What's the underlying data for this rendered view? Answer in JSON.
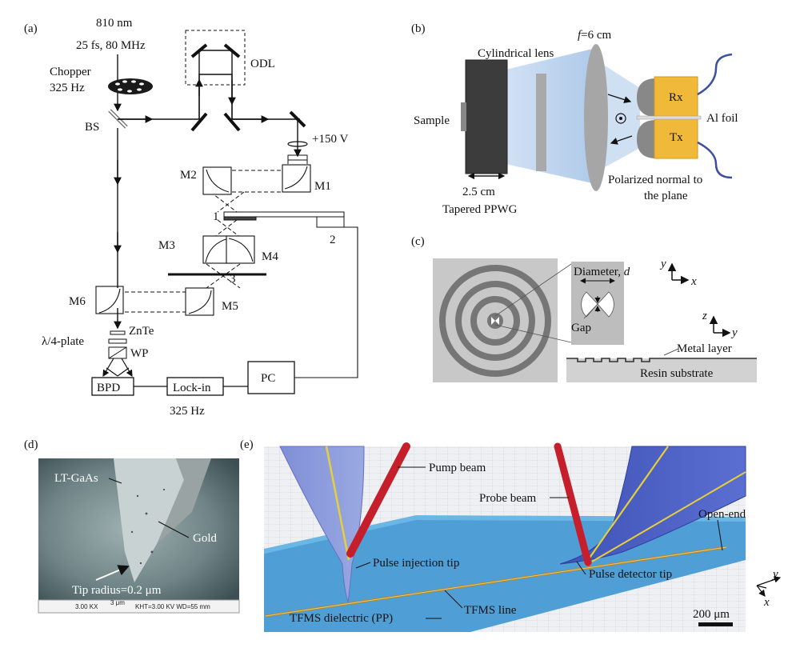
{
  "panel_a": {
    "tag": "(a)",
    "laser_wavelength": "810 nm",
    "laser_params": "25 fs, 80 MHz",
    "chopper": "Chopper",
    "chopper_freq": "325 Hz",
    "odl": "ODL",
    "bs": "BS",
    "bias": "+150 V",
    "m1": "M1",
    "m2": "M2",
    "m3": "M3",
    "m4": "M4",
    "m5": "M5",
    "m6": "M6",
    "n1": "1",
    "n2": "2",
    "n3": "3",
    "znte": "ZnTe",
    "qwp": "λ/4-plate",
    "wp": "WP",
    "bpd": "BPD",
    "lockin": "Lock-in",
    "pc": "PC",
    "lockin_freq": "325 Hz"
  },
  "panel_b": {
    "tag": "(b)",
    "f_sym": "f",
    "focal": "=6 cm",
    "cyl_lens": "Cylindrical lens",
    "sample": "Sample",
    "rx": "Rx",
    "tx": "Tx",
    "al_foil": "Al foil",
    "width": "2.5 cm",
    "ppwg": "Tapered PPWG",
    "pol_line1": "Polarized normal to",
    "pol_line2": "the plane"
  },
  "panel_c": {
    "tag": "(c)",
    "diameter_label": "Diameter, ",
    "diameter_sym": "d",
    "gap": "Gap",
    "axis_y": "y",
    "axis_x": "x",
    "axis_z": "z",
    "axis_y2": "y",
    "metal": "Metal layer",
    "resin": "Resin substrate"
  },
  "panel_d": {
    "tag": "(d)",
    "ltgaas": "LT-GaAs",
    "gold": "Gold",
    "tip_radius": "Tip radius=0.2 μm",
    "sem_mag": "3.00 KX",
    "sem_scale": "3 μm",
    "sem_info": "KHT=3.00 KV WD=55 mm"
  },
  "panel_e": {
    "tag": "(e)",
    "pump": "Pump beam",
    "probe": "Probe beam",
    "open_end": "Open-end",
    "inj_tip": "Pulse injection tip",
    "det_tip": "Pulse detector tip",
    "tfms_line": "TFMS line",
    "tfms_diel": "TFMS dielectric (PP)",
    "scale": "200 μm",
    "axis_y": "y",
    "axis_x": "x"
  }
}
